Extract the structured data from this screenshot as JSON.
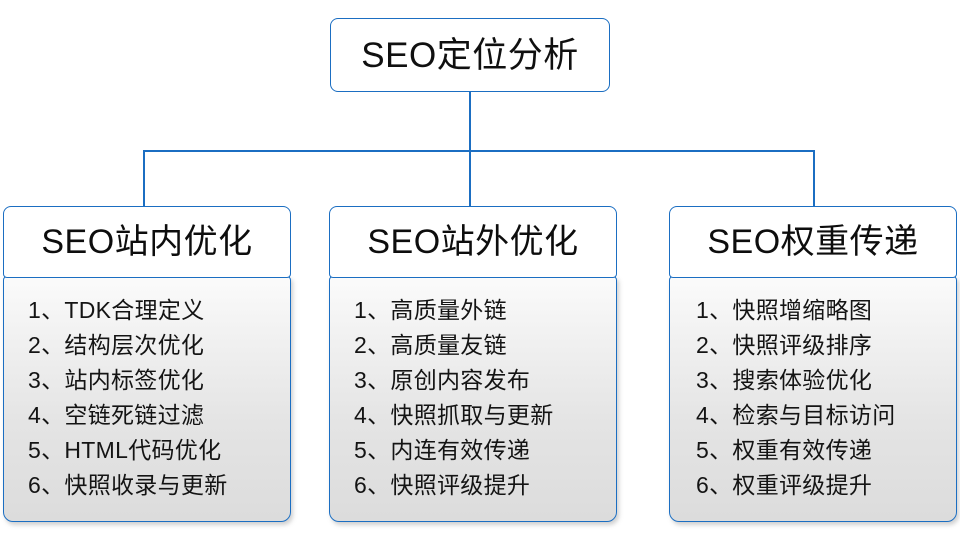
{
  "diagram": {
    "type": "hierarchy-tree",
    "colors": {
      "border": "#1b6ec2",
      "connector": "#1b6ec2",
      "header_background": "#ffffff",
      "panel_background_top": "#fbfbfb",
      "panel_background_bottom": "#dcdcdc",
      "text": "#101010"
    },
    "root": {
      "label": "SEO定位分析"
    },
    "branches": [
      {
        "title": "SEO站内优化",
        "items": [
          "1、TDK合理定义",
          "2、结构层次优化",
          "3、站内标签优化",
          "4、空链死链过滤",
          "5、HTML代码优化",
          "6、快照收录与更新"
        ]
      },
      {
        "title": "SEO站外优化",
        "items": [
          "1、高质量外链",
          "2、高质量友链",
          "3、原创内容发布",
          "4、快照抓取与更新",
          "5、内连有效传递",
          "6、快照评级提升"
        ]
      },
      {
        "title": "SEO权重传递",
        "items": [
          "1、快照增缩略图",
          "2、快照评级排序",
          "3、搜索体验优化",
          "4、检索与目标访问",
          "5、权重有效传递",
          "6、权重评级提升"
        ]
      }
    ]
  }
}
